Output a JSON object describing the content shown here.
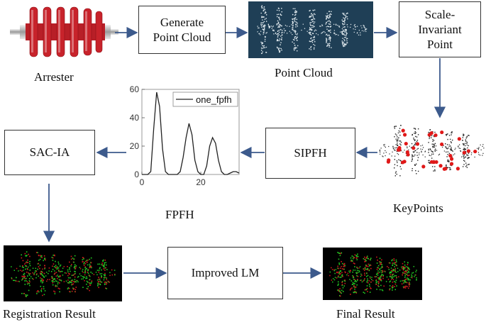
{
  "boxes": {
    "generate": "Generate\nPoint Cloud",
    "scale_invariant": "Scale-\nInvariant\nPoint",
    "sipfh": "SIPFH",
    "sac_ia": "SAC-IA",
    "improved_lm": "Improved LM"
  },
  "labels": {
    "arrester": "Arrester",
    "point_cloud": "Point Cloud",
    "keypoints": "KeyPoints",
    "fpfh": "FPFH",
    "registration_result": "Registration Result",
    "final_result": "Final Result"
  },
  "colors": {
    "arrow": "#3c5a8c",
    "arrester_body": "#c8232b",
    "cloud_bg": "#1f3f56",
    "result_bg": "#000000",
    "result_green": "#22cc22",
    "result_red": "#d21e1e",
    "keypoint_red": "#e01818"
  },
  "chart_data": {
    "type": "line",
    "series": [
      {
        "name": "one_fpfh",
        "x": [
          0,
          1,
          2,
          3,
          4,
          5,
          6,
          7,
          8,
          9,
          10,
          11,
          12,
          13,
          14,
          15,
          16,
          17,
          18,
          19,
          20,
          21,
          22,
          23,
          24,
          25,
          26,
          27,
          28,
          29,
          30,
          31,
          32,
          33
        ],
        "values": [
          0,
          0,
          0,
          2,
          32,
          58,
          48,
          18,
          2,
          0,
          0,
          0,
          0,
          2,
          12,
          26,
          36,
          28,
          10,
          2,
          0,
          0,
          6,
          20,
          26,
          22,
          10,
          2,
          0,
          0,
          1,
          2,
          2,
          1
        ]
      }
    ],
    "xticks": [
      "0",
      "20"
    ],
    "yticks": [
      "0",
      "20",
      "40",
      "60"
    ],
    "xlim": [
      0,
      33
    ],
    "ylim": [
      0,
      60
    ],
    "grid": false,
    "legend": "top-right"
  }
}
